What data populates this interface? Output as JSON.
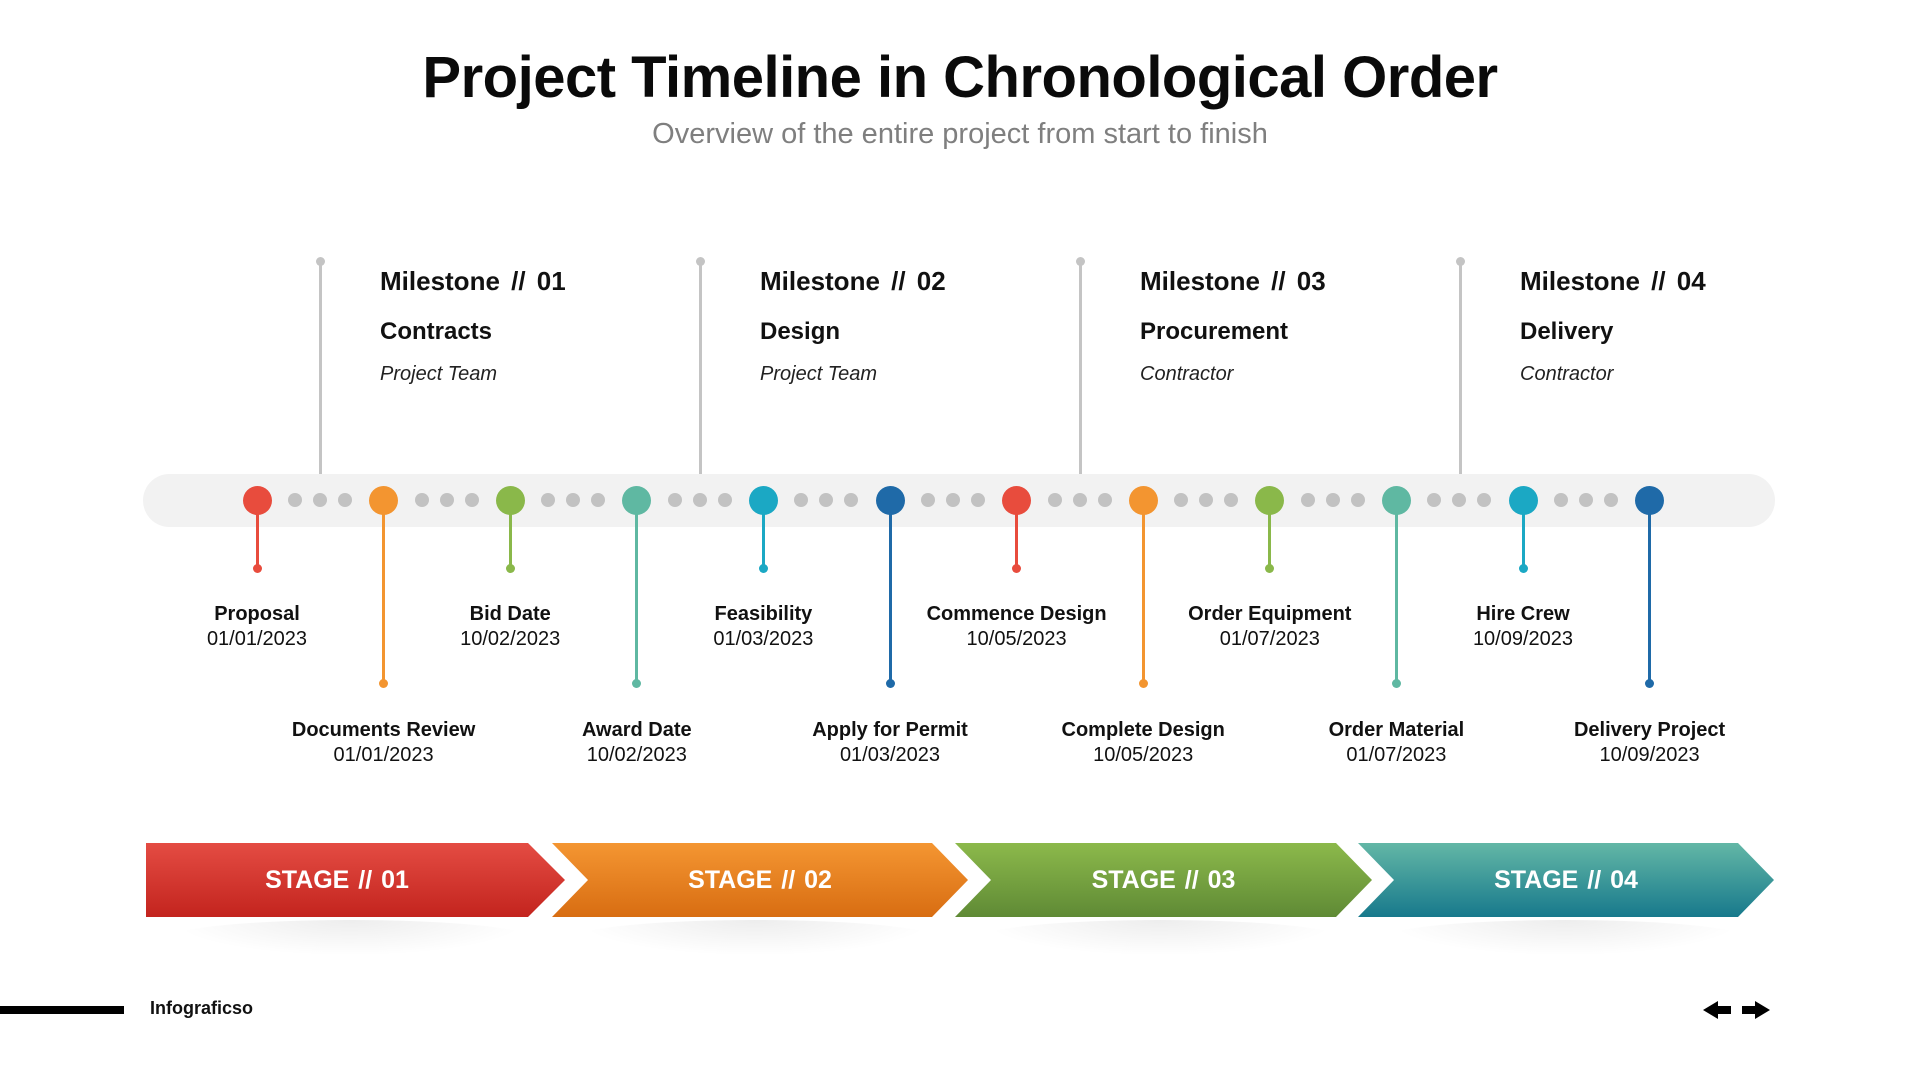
{
  "header": {
    "title": "Project Timeline in Chronological Order",
    "subtitle": "Overview of the entire project from start to finish"
  },
  "milestones": [
    {
      "heading": "Milestone  //  01",
      "name": "Contracts",
      "owner": "Project Team"
    },
    {
      "heading": "Milestone  //  02",
      "name": "Design",
      "owner": "Project Team"
    },
    {
      "heading": "Milestone  //  03",
      "name": "Procurement",
      "owner": "Contractor"
    },
    {
      "heading": "Milestone  //  04",
      "name": "Delivery",
      "owner": "Contractor"
    }
  ],
  "events": [
    {
      "title": "Proposal",
      "date": "01/01/2023",
      "color": "#e84c3d",
      "position": "upper"
    },
    {
      "title": "Documents Review",
      "date": "01/01/2023",
      "color": "#f39530",
      "position": "lower"
    },
    {
      "title": "Bid Date",
      "date": "10/02/2023",
      "color": "#8ab84a",
      "position": "upper"
    },
    {
      "title": "Award Date",
      "date": "10/02/2023",
      "color": "#5fb8a2",
      "position": "lower"
    },
    {
      "title": "Feasibility",
      "date": "01/03/2023",
      "color": "#1ba8c4",
      "position": "upper"
    },
    {
      "title": "Apply for Permit",
      "date": "01/03/2023",
      "color": "#1f6aa8",
      "position": "lower"
    },
    {
      "title": "Commence Design",
      "date": "10/05/2023",
      "color": "#e84c3d",
      "position": "upper"
    },
    {
      "title": "Complete Design",
      "date": "10/05/2023",
      "color": "#f39530",
      "position": "lower"
    },
    {
      "title": "Order Equipment",
      "date": "01/07/2023",
      "color": "#8ab84a",
      "position": "upper"
    },
    {
      "title": "Order Material",
      "date": "01/07/2023",
      "color": "#5fb8a2",
      "position": "lower"
    },
    {
      "title": "Hire Crew",
      "date": "10/09/2023",
      "color": "#1ba8c4",
      "position": "upper"
    },
    {
      "title": "Delivery Project",
      "date": "10/09/2023",
      "color": "#1f6aa8",
      "position": "lower"
    }
  ],
  "stages": [
    {
      "label": "STAGE // 01",
      "color_top": "#e44c43",
      "color_bottom": "#c3241e"
    },
    {
      "label": "STAGE // 02",
      "color_top": "#f49632",
      "color_bottom": "#d86d12"
    },
    {
      "label": "STAGE // 03",
      "color_top": "#8cb94b",
      "color_bottom": "#5f8a35"
    },
    {
      "label": "STAGE // 04",
      "color_top": "#63b7a6",
      "color_bottom": "#17798c"
    }
  ],
  "footer": {
    "brand": "Infograficso",
    "prev_icon": "arrow-left-icon",
    "next_icon": "arrow-right-icon"
  }
}
